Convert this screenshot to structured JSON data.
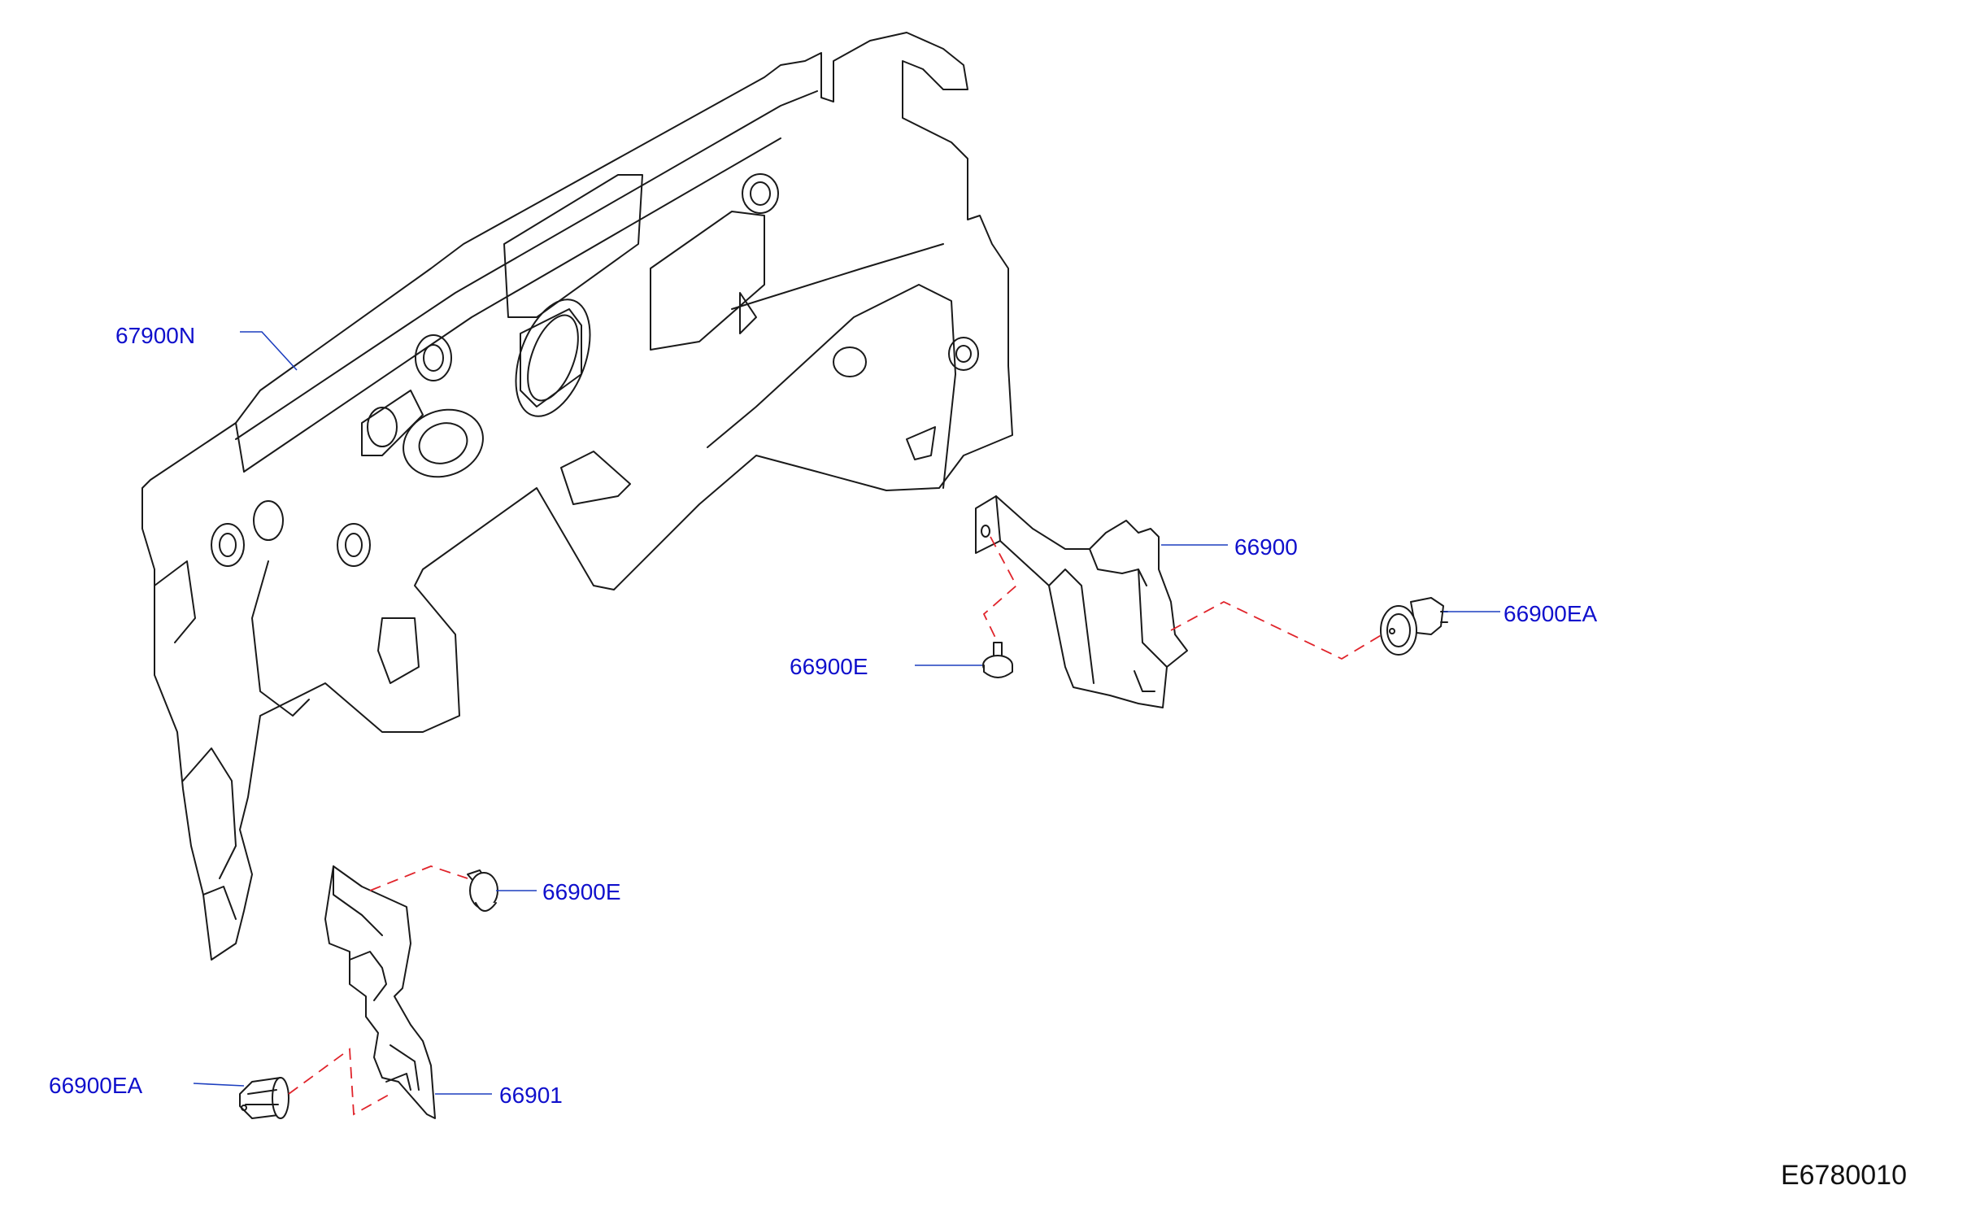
{
  "diagram": {
    "code": "E6780010",
    "colors": {
      "label": "#1010cc",
      "leader": "#1d3fbf",
      "assembly_line": "#e0242b",
      "line_art": "#1a1a1a"
    },
    "callouts": [
      {
        "id": "insulator-dash",
        "part_number": "67900N"
      },
      {
        "id": "insulator-side-upper",
        "part_number": "66900"
      },
      {
        "id": "clip-upper-right",
        "part_number": "66900EA"
      },
      {
        "id": "clip-upper-left",
        "part_number": "66900E"
      },
      {
        "id": "clip-lower-upper",
        "part_number": "66900E"
      },
      {
        "id": "clip-lower-left",
        "part_number": "66900EA"
      },
      {
        "id": "insulator-side-lower",
        "part_number": "66901"
      }
    ]
  }
}
